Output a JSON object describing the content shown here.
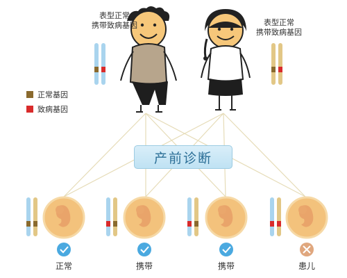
{
  "father_label": [
    "表型正常",
    "携带致病基因"
  ],
  "mother_label": [
    "表型正常",
    "携带致病基因"
  ],
  "legend": [
    {
      "label": "正常基因",
      "color": "#8a6a2e"
    },
    {
      "label": "致病基因",
      "color": "#d92b2b"
    }
  ],
  "center_title": "产前诊断",
  "outcomes": [
    {
      "label": "正常",
      "icon": "check-icon"
    },
    {
      "label": "携带",
      "icon": "check-icon"
    },
    {
      "label": "携带",
      "icon": "check-icon"
    },
    {
      "label": "患儿",
      "icon": "cross-icon"
    }
  ],
  "colors": {
    "normal_gene": "#8a6a2e",
    "disease_gene": "#d92b2b",
    "chromosome_blue": "#a9d4ee",
    "chromosome_tan": "#e2c786",
    "check_circle": "#4aa9e0",
    "cross_circle": "#e0a77e",
    "box_fill": "#cfe9f6",
    "line": "#e6dcb8"
  }
}
